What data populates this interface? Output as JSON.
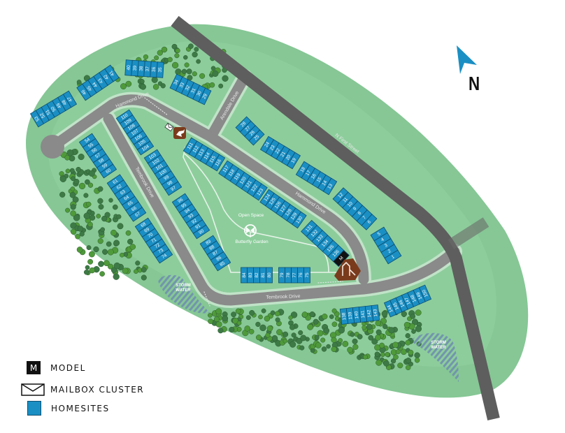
{
  "streets": {
    "hammond_north": "Hammond Drive",
    "hammond_east": "Hammond Drive",
    "tembrook_west": "Tembrook Drive",
    "tembrook_south": "Tembrook Drive",
    "arendale": "Arendale Drive",
    "n_first": "N First Street"
  },
  "park": {
    "open_space": "Open Space",
    "butterfly_garden": "Butterfly Garden"
  },
  "storm_water": {
    "line1": "STORM",
    "line2": "WATER"
  },
  "model_marker": "M",
  "lot_groups": [
    [
      53,
      52,
      51,
      50,
      49,
      48,
      47
    ],
    [
      46,
      45,
      44,
      43,
      42,
      41
    ],
    [
      40,
      39,
      38,
      37,
      36,
      35
    ],
    [
      34,
      33,
      32,
      31,
      30,
      29
    ],
    [
      110,
      109,
      108,
      107,
      106,
      105,
      104
    ],
    [
      54,
      55,
      56,
      57,
      58,
      59,
      60
    ],
    [
      103,
      102,
      101,
      100,
      99,
      98,
      97
    ],
    [
      111,
      112,
      113,
      114,
      115,
      116
    ],
    [
      117,
      118,
      119,
      120,
      121,
      122,
      123
    ],
    [
      124,
      125,
      126,
      127,
      128,
      129,
      130
    ],
    [
      131,
      132,
      133,
      134,
      135,
      136,
      "M"
    ],
    [
      28,
      27,
      26,
      25
    ],
    [
      24,
      23,
      22,
      21,
      20,
      19
    ],
    [
      18,
      17,
      16,
      15,
      14,
      13
    ],
    [
      12,
      11,
      10,
      9,
      8,
      7,
      6
    ],
    [
      5,
      4,
      3,
      2,
      1
    ],
    [
      96,
      95,
      94,
      93,
      92,
      91,
      90
    ],
    [
      89,
      88,
      87,
      86,
      85
    ],
    [
      61,
      62,
      63,
      64,
      65,
      66,
      67
    ],
    [
      68,
      69,
      70,
      71,
      72,
      73,
      74
    ],
    [
      84,
      83,
      82,
      81,
      80
    ],
    [
      79,
      78,
      77,
      76,
      75
    ],
    [
      138,
      139,
      140,
      141,
      142,
      143
    ],
    [
      144,
      145,
      146,
      147,
      148,
      149,
      150
    ]
  ],
  "legend": {
    "model_icon": "M",
    "model": "MODEL",
    "mailbox": "MAILBOX CLUSTER",
    "homesites": "HOMESITES"
  },
  "north": "N",
  "colors": {
    "land": "#86c795",
    "road": "#8a8a8a",
    "highway": "#5e5e5e",
    "homesite": "#1a8fc4",
    "homesite_border": "#0d4f70",
    "model": "#111111",
    "amenity": "#7a3b1c",
    "north_arrow": "#1a8fc4"
  }
}
